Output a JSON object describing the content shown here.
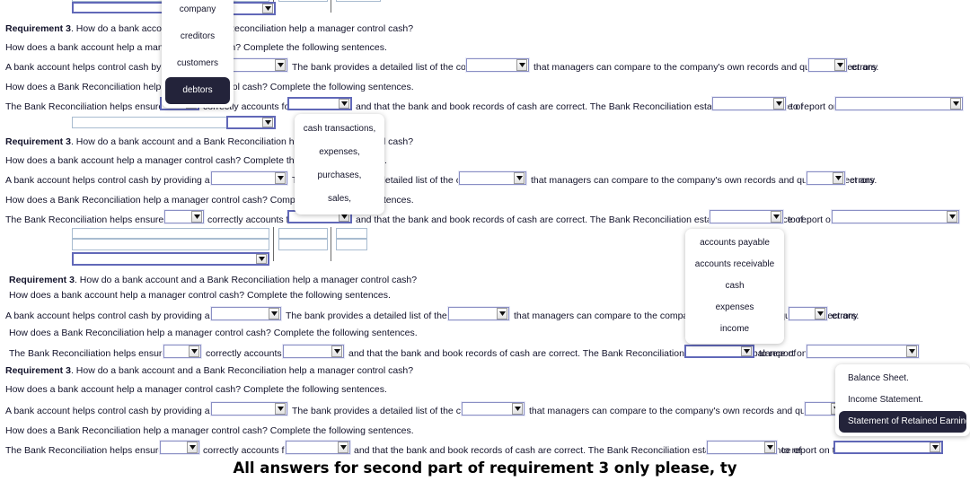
{
  "document": {
    "caption": "All answers for second part of requirement 3 only please, ty"
  },
  "requirement": {
    "heading_label": "Requirement 3",
    "heading_rest": ". How do a bank account and a Bank Reconciliation help a manager control cash?",
    "prompt_bank_account": "How does a bank account help a manager control cash? Complete the following sentences.",
    "prompt_reconciliation": "How does a Bank Reconciliation help a manager control cash? Complete the following sentences.",
    "sentence1_part1": "A bank account helps control cash by providing a safe place for",
    "sentence1_part2": "The bank provides a detailed list of the company's",
    "sentence1_part3": "that managers can compare to the company's own records and quickly correct any",
    "sentence1_part4": "errors.",
    "sentence2_part1": "The Bank Reconciliation helps ensure that the",
    "sentence2_part2": "correctly accounts for its",
    "sentence2_part3": "and that the bank and book records of cash are correct. The Bank Reconciliation establishes the balance of",
    "sentence2_part4": "to report on the"
  },
  "dropdowns": {
    "subject": {
      "name": "subject-dropdown",
      "selected": "debtors",
      "options": [
        "company",
        "creditors",
        "customers",
        "debtors"
      ]
    },
    "transactions": {
      "name": "transactions-dropdown",
      "selected": "",
      "options": [
        "cash transactions,",
        "expenses,",
        "purchases,",
        "sales,"
      ]
    },
    "accounts": {
      "name": "accounts-dropdown",
      "selected": "",
      "options": [
        "accounts payable",
        "accounts receivable",
        "cash",
        "expenses",
        "income"
      ]
    },
    "statement": {
      "name": "statement-dropdown",
      "selected": "Statement of Retained Earnings.",
      "options": [
        "Balance Sheet.",
        "Income Statement.",
        "Statement of Retained Earnings."
      ]
    },
    "empty_value": ""
  },
  "icons": {
    "dropdown_arrow": "chevron-down-icon"
  },
  "colors": {
    "field_border": "#8a8fc4",
    "field_focus_border": "#6168b8",
    "popup_highlight": "#23233a",
    "text": "#12122a"
  }
}
